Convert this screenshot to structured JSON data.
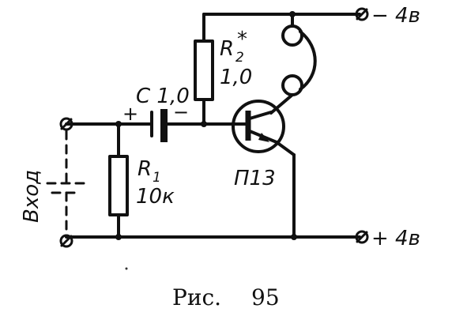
{
  "figure": {
    "caption": "Рис.",
    "number": "95"
  },
  "terminals": {
    "supply_neg": "− 4в",
    "supply_pos": "+ 4в",
    "input_label": "Вход"
  },
  "components": {
    "r2": {
      "name": "R",
      "sub": "2",
      "star": "*",
      "value": "1,0"
    },
    "c1": {
      "name": "C 1,0",
      "plus": "+",
      "minus": "−"
    },
    "r1": {
      "name": "R",
      "sub": "1",
      "value": "10к"
    },
    "transistor": {
      "name": "П13"
    }
  }
}
